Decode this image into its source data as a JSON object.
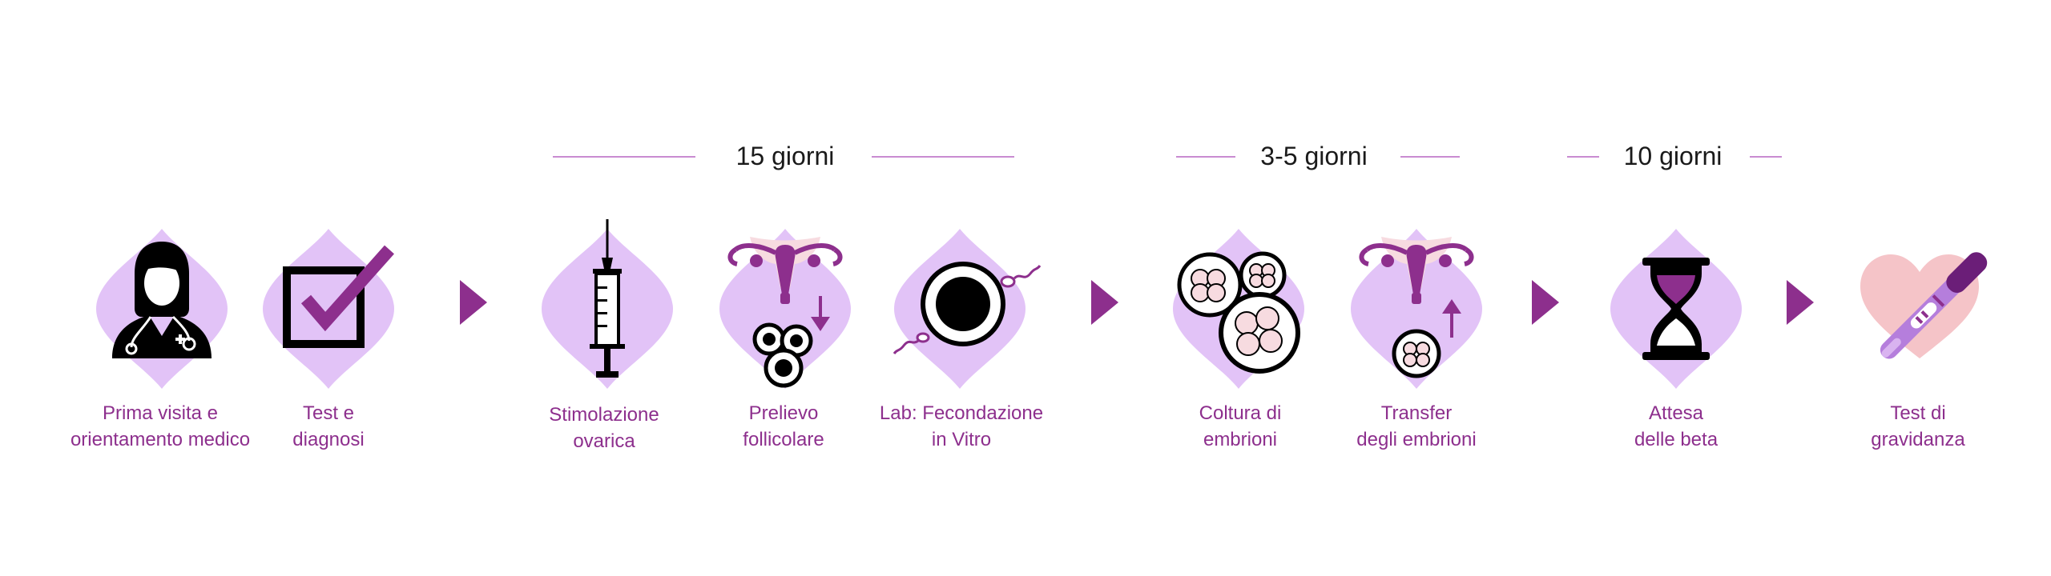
{
  "durations": [
    {
      "label": "15  giorni"
    },
    {
      "label": "3-5 giorni"
    },
    {
      "label": "10 giorni"
    }
  ],
  "steps": [
    {
      "line1": "Prima visita e",
      "line2": "orientamento medico"
    },
    {
      "line1": "Test e",
      "line2": "diagnosi"
    },
    {
      "line1": "Stimolazione",
      "line2": "ovarica"
    },
    {
      "line1": "Prelievo",
      "line2": "follicolare"
    },
    {
      "line1": "Lab: Fecondazione",
      "line2": "in Vitro"
    },
    {
      "line1": "Coltura di",
      "line2": "embrioni"
    },
    {
      "line1": "Transfer",
      "line2": "degli embrioni"
    },
    {
      "line1": "Attesa",
      "line2": "delle beta"
    },
    {
      "line1": "Test di",
      "line2": "gravidanza"
    }
  ],
  "colors": {
    "diamond": "#e2c3f7",
    "purple": "#8d2f8d",
    "line": "#c98bd1",
    "heart": "#f5c4c8",
    "uterus": "#f7dbe0"
  }
}
